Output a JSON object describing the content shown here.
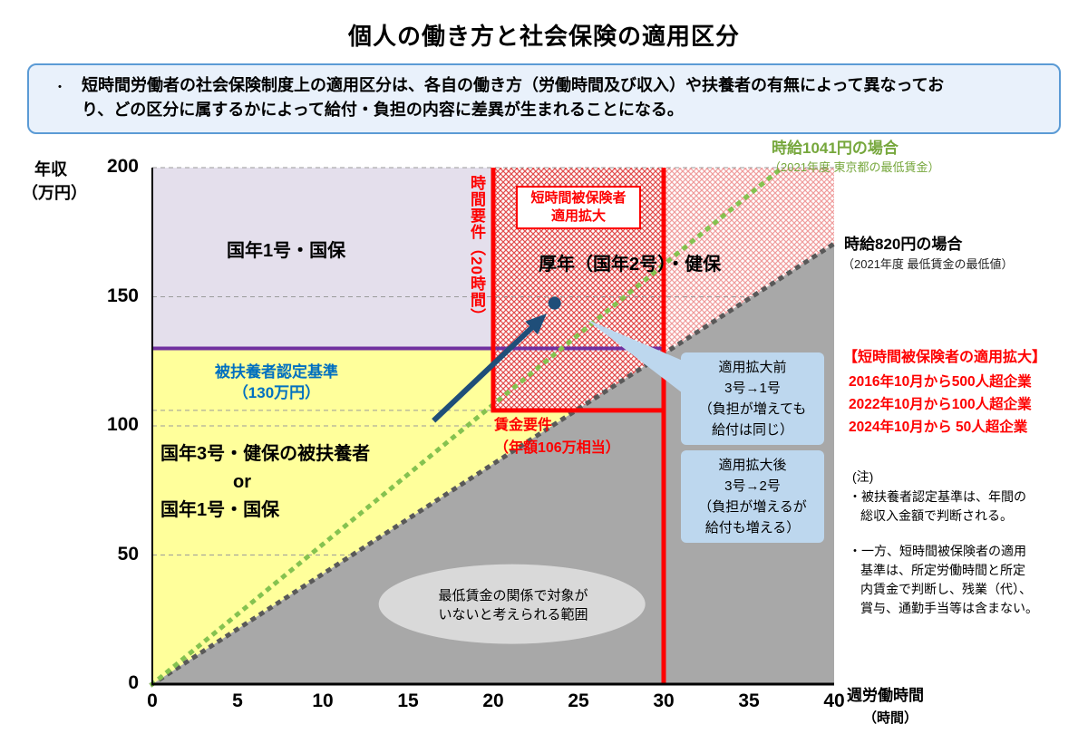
{
  "title": "個人の働き方と社会保険の適用区分",
  "summary": {
    "bullet": "・",
    "text": "短時間労働者の社会保険制度上の適用区分は、各自の働き方（労働時間及び収入）や扶養者の有無によって異なっており、どの区分に属するかによって給付・負担の内容に差異が生まれることになる。"
  },
  "colors": {
    "red": "#FE0000",
    "purple": "#7030A0",
    "navy": "#1F4E79",
    "callout_bg": "#BDD7EE",
    "yellow": "#FFFF9B",
    "lavender": "#E4DFEC",
    "gray_region": "#A8A8A8",
    "ellipse": "#D9D9D9",
    "blue_text": "#0070C0",
    "green_text": "#76A73C",
    "info_border": "#5B9BD5",
    "info_bg": "#E9F1FB"
  },
  "chart_data": {
    "type": "area",
    "title": "個人の働き方と社会保険の適用区分",
    "x_axis": {
      "label": "週労働時間",
      "sublabel": "（時間）",
      "min": 0,
      "max": 40,
      "ticks": [
        0,
        5,
        10,
        15,
        20,
        25,
        30,
        35,
        40
      ]
    },
    "y_axis": {
      "label": "年収",
      "sublabel": "（万円）",
      "min": 0,
      "max": 200,
      "ticks": [
        200,
        150,
        100,
        50,
        0
      ]
    },
    "gridlines_y": [
      50,
      100,
      150,
      200
    ],
    "thresholds": {
      "hours_requirement": 20,
      "hours_fulltime": 30,
      "income_requirement": 106,
      "dependent_limit": 130
    },
    "wage_lines": [
      {
        "name": "minimum-wage-tokyo",
        "hourly_wage_yen": 1041,
        "label": "時給1041円の場合",
        "sublabel": "（2021年度 東京都の最低賃金）",
        "style": "dotted",
        "color": "#85C250"
      },
      {
        "name": "minimum-wage-lowest",
        "hourly_wage_yen": 820,
        "label": "時給820円の場合",
        "sublabel": "（2021年度 最低賃金の最低値）",
        "style": "dotted",
        "color": "#595959"
      }
    ],
    "regions": [
      {
        "name": "kokunen1-kokuho",
        "label": "国年1号・国保",
        "bounds": "0〜20時間・130万円以上",
        "fill": "#E4DFEC"
      },
      {
        "name": "tanjikan-expansion",
        "label": "厚年（国年2号）・健保",
        "bounds": "20〜30時間・106万円以上",
        "fill": "red-crosshatch"
      },
      {
        "name": "fulltime-right",
        "label": "厚年（国年2号）・健保",
        "bounds": "30時間以上・最低賃金線より上",
        "fill": "light-red-crosshatch"
      },
      {
        "name": "dependent-or-kokunen1",
        "label": "国年3号・健保の被扶養者 or 国年1号・国保",
        "bounds": "130万円未満（20時間未満）／106万円未満（20〜30時間）",
        "fill": "#FFFF9B"
      },
      {
        "name": "no-target",
        "label": "最低賃金の関係で対象がいないと考えられる範囲",
        "bounds": "時給820円線より下",
        "fill": "#A8A8A8"
      }
    ],
    "example_point": {
      "hours": 23.6,
      "income": 147.5
    },
    "arrow": {
      "from": {
        "hours": 16.5,
        "income": 102
      },
      "to": {
        "hours": 22.9,
        "income": 142
      }
    }
  },
  "labels": {
    "region_upper_left": "国年1号・国保",
    "region_kosei": "厚年（国年2号）・健保",
    "expansion_box": [
      "短時間被保険者",
      "適用拡大"
    ],
    "time_requirement": "時間要件（20時間）",
    "wage_requirement": [
      "賃金要件",
      "（年額106万相当）"
    ],
    "dependent_standard": [
      "被扶養者認定基準",
      "（130万円）"
    ],
    "region_lower_left": [
      "国年3号・健保の被扶養者",
      "or",
      "国年1号・国保"
    ],
    "minwage_ellipse": [
      "最低賃金の関係で対象が",
      "いないと考えられる範囲"
    ]
  },
  "side_panel": {
    "heading": "【短時間被保険者の適用拡大】",
    "milestones": [
      "2016年10月から500人超企業",
      "2022年10月から100人超企業",
      "2024年10月から 50人超企業"
    ],
    "note_title": "(注)",
    "note1": [
      "・被扶養者認定基準は、年間の",
      "総収入金額で判断される。"
    ],
    "note2": [
      "・一方、短時間被保険者の適用",
      "基準は、所定労働時間と所定",
      "内賃金で判断し、残業（代）、",
      "賞与、通勤手当等は含まない。"
    ]
  },
  "callouts": {
    "before": [
      "適用拡大前",
      "3号→1号",
      "（負担が増えても",
      "給付は同じ）"
    ],
    "after": [
      "適用拡大後",
      "3号→2号",
      "（負担が増えるが",
      "給付も増える）"
    ]
  }
}
